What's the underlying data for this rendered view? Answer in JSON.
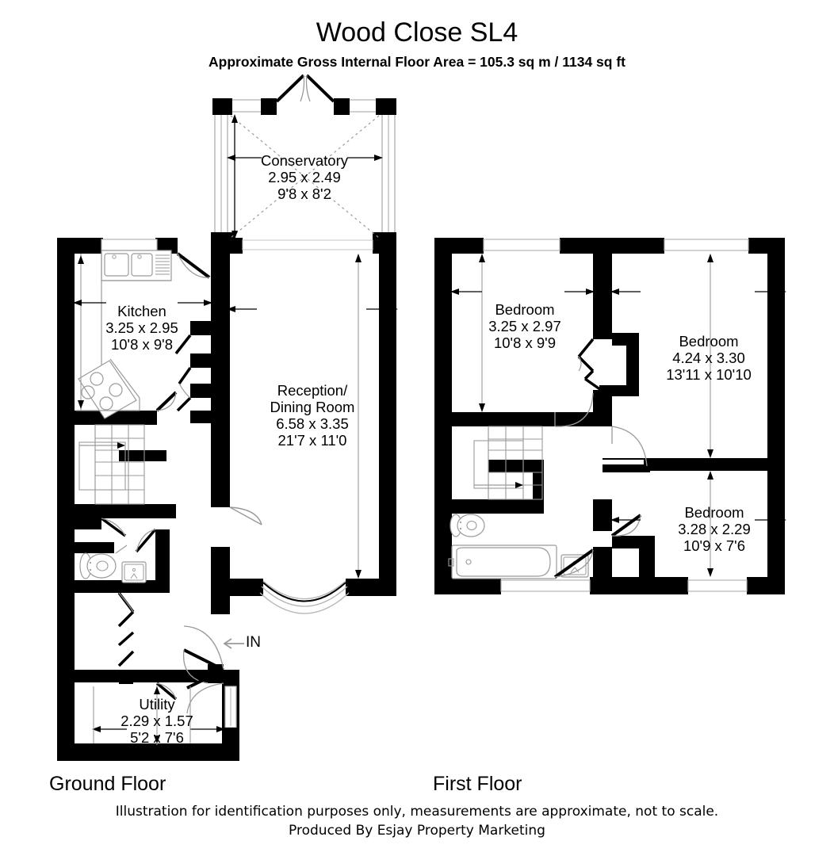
{
  "header": {
    "title": "Wood Close SL4",
    "area_line": "Approximate Gross Internal Floor Area = 105.3 sq m / 1134 sq ft"
  },
  "footer": {
    "ground_floor_label": "Ground Floor",
    "first_floor_label": "First Floor",
    "disclaimer": "Illustration for identification purposes only, measurements are approximate, not to scale.",
    "producer": "Produced By Esjay Property Marketing"
  },
  "entrance": {
    "label": "IN"
  },
  "colors": {
    "wall": "#000000",
    "background": "#ffffff",
    "fixture_line": "#9a9a9a",
    "dimension_line": "#000000"
  },
  "ground_floor": {
    "rooms": [
      {
        "id": "conservatory",
        "name": "Conservatory",
        "metric": "2.95 x 2.49",
        "imperial": "9'8 x 8'2"
      },
      {
        "id": "kitchen",
        "name": "Kitchen",
        "metric": "3.25 x 2.95",
        "imperial": "10'8 x 9'8"
      },
      {
        "id": "reception-dining",
        "name": "Reception/",
        "name2": "Dining Room",
        "metric": "6.58 x 3.35",
        "imperial": "21'7 x 11'0"
      },
      {
        "id": "utility",
        "name": "Utility",
        "metric": "2.29 x 1.57",
        "imperial": "5'2 x 7'6"
      }
    ],
    "fixtures": [
      "sink-double-drainer",
      "hob-four-ring",
      "toilet",
      "wash-basin",
      "staircase-up"
    ]
  },
  "first_floor": {
    "rooms": [
      {
        "id": "bedroom-1",
        "name": "Bedroom",
        "metric": "3.25 x 2.97",
        "imperial": "10'8 x 9'9"
      },
      {
        "id": "bedroom-2",
        "name": "Bedroom",
        "metric": "4.24 x 3.30",
        "imperial": "13'11 x 10'10"
      },
      {
        "id": "bedroom-3",
        "name": "Bedroom",
        "metric": "3.28 x 2.29",
        "imperial": "10'9 x 7'6"
      }
    ],
    "fixtures": [
      "toilet",
      "bath",
      "wash-basin",
      "staircase-down"
    ]
  }
}
